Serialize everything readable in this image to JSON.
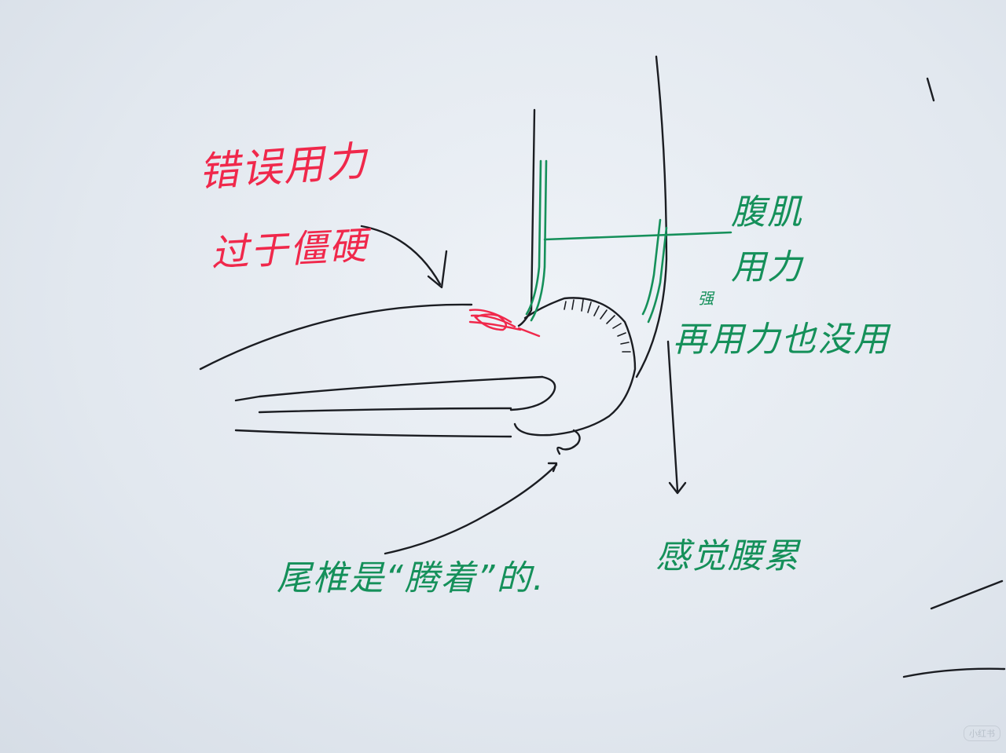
{
  "annotations": {
    "wrong_force_line1": "错误用力",
    "wrong_force_line2": "过于僵硬",
    "abs_line1": "腹肌",
    "abs_line2": "用力",
    "extra_small": "强",
    "useless": "再用力也没用",
    "waist_tired": "感觉腰累",
    "tailbone": "尾椎是“腾着”的."
  },
  "colors": {
    "ink_black": "#1b1d22",
    "ink_red": "#f0284b",
    "ink_green": "#15905a",
    "paper": "#e6ebf1"
  },
  "watermark": "小红书"
}
